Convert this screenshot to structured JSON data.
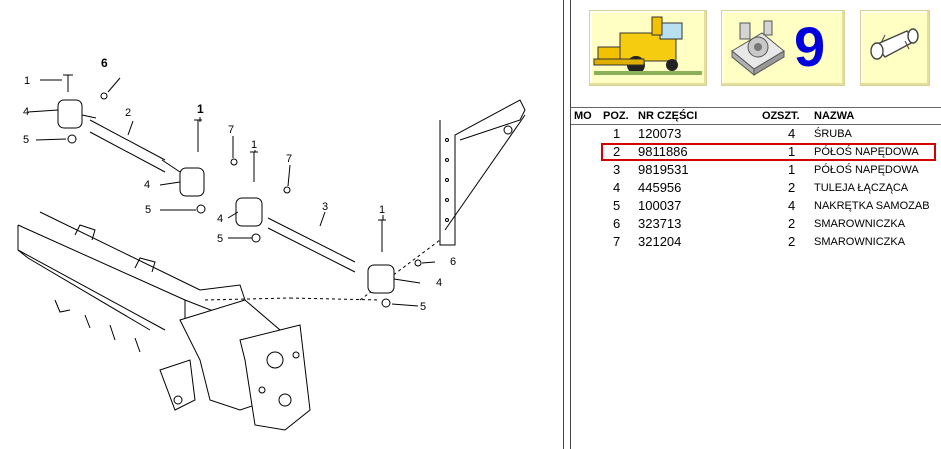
{
  "toolbar": {
    "combine_icon": "combine-harvester-icon",
    "group_icon": "gear-assembly-icon",
    "group_number": "9",
    "part_icon": "shaft-part-icon"
  },
  "table": {
    "headers": {
      "mo": "MO",
      "poz": "POZ.",
      "nr": "NR CZĘŚCI",
      "oz": "OZ",
      "szt": "SZT.",
      "nazwa": "NAZWA"
    },
    "rows": [
      {
        "poz": "1",
        "nr": "120073",
        "szt": "4",
        "nazwa": "ŚRUBA"
      },
      {
        "poz": "2",
        "nr": "9811886",
        "szt": "1",
        "nazwa": "PÓŁOŚ NAPĘDOWA"
      },
      {
        "poz": "3",
        "nr": "9819531",
        "szt": "1",
        "nazwa": "PÓŁOŚ NAPĘDOWA"
      },
      {
        "poz": "4",
        "nr": "445956",
        "szt": "2",
        "nazwa": "TULEJA ŁĄCZĄCA"
      },
      {
        "poz": "5",
        "nr": "100037",
        "szt": "4",
        "nazwa": "NAKRĘTKA SAMOZAB"
      },
      {
        "poz": "6",
        "nr": "323713",
        "szt": "2",
        "nazwa": "SMAROWNICZKA"
      },
      {
        "poz": "7",
        "nr": "321204",
        "szt": "2",
        "nazwa": "SMAROWNICZKA"
      }
    ],
    "selected_poz": "2"
  },
  "diagram": {
    "callouts": {
      "c1a": "1",
      "c6a": "6",
      "c4a": "4",
      "c5a": "5",
      "c2": "2",
      "c1b": "1",
      "c7a": "7",
      "c4b": "4",
      "c5b": "5",
      "c1c": "1",
      "c7b": "7",
      "c4c": "4",
      "c5c": "5",
      "c3": "3",
      "c1d": "1",
      "c6b": "6",
      "c4d": "4",
      "c5d": "5"
    }
  },
  "colors": {
    "tile_bg": "#ffffc4",
    "group_number": "#0000dd",
    "selection": "#d40000"
  }
}
